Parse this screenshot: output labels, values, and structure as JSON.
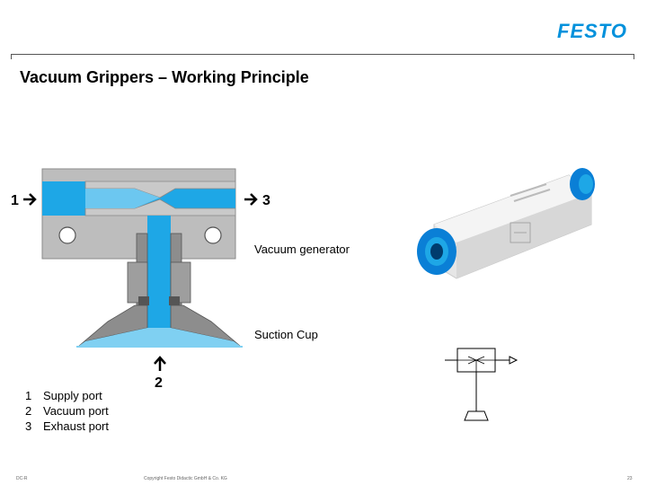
{
  "brand": {
    "logo": "FESTO",
    "color": "#0091dc"
  },
  "slide": {
    "title": "Vacuum Grippers – Working Principle"
  },
  "diagram": {
    "port_1": "1",
    "port_2": "2",
    "port_3": "3",
    "label_generator": "Vacuum generator",
    "label_suction_cup": "Suction Cup"
  },
  "legend": [
    {
      "num": "1",
      "text": "Supply port"
    },
    {
      "num": "2",
      "text": "Vacuum port"
    },
    {
      "num": "3",
      "text": "Exhaust port"
    }
  ],
  "footer": {
    "left": "DC-R",
    "center": "Copyright Festo Didactic GmbH & Co. KG",
    "right": "23"
  },
  "colors": {
    "air_blue": "#1ea7e6",
    "body_grey": "#bdbdbd",
    "fitting_blue": "#0a7fd6"
  }
}
